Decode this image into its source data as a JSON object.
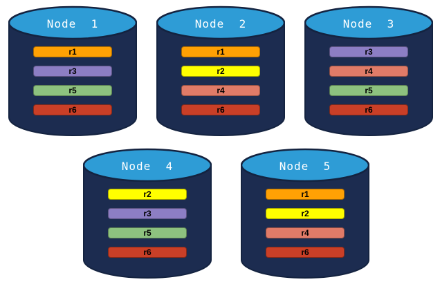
{
  "diagram": {
    "description_colors": {
      "background": "#FFFFFF",
      "cylinder_body": "#1C2C50",
      "cylinder_outline": "#142340",
      "cylinder_top": "#2E9CD6",
      "title_text": "#FFFFFF",
      "bar_text": "#000000"
    },
    "replica_colors": {
      "r1": "#FFA104",
      "r2": "#FFFF00",
      "r3": "#8C7EC4",
      "r4": "#E07B68",
      "r5": "#8DC27F",
      "r6": "#C93F27"
    },
    "nodes": [
      {
        "title": "Node  1",
        "replicas": [
          "r1",
          "r3",
          "r5",
          "r6"
        ]
      },
      {
        "title": "Node  2",
        "replicas": [
          "r1",
          "r2",
          "r4",
          "r6"
        ]
      },
      {
        "title": "Node  3",
        "replicas": [
          "r3",
          "r4",
          "r5",
          "r6"
        ]
      },
      {
        "title": "Node  4",
        "replicas": [
          "r2",
          "r3",
          "r5",
          "r6"
        ]
      },
      {
        "title": "Node  5",
        "replicas": [
          "r1",
          "r2",
          "r4",
          "r6"
        ]
      }
    ]
  }
}
